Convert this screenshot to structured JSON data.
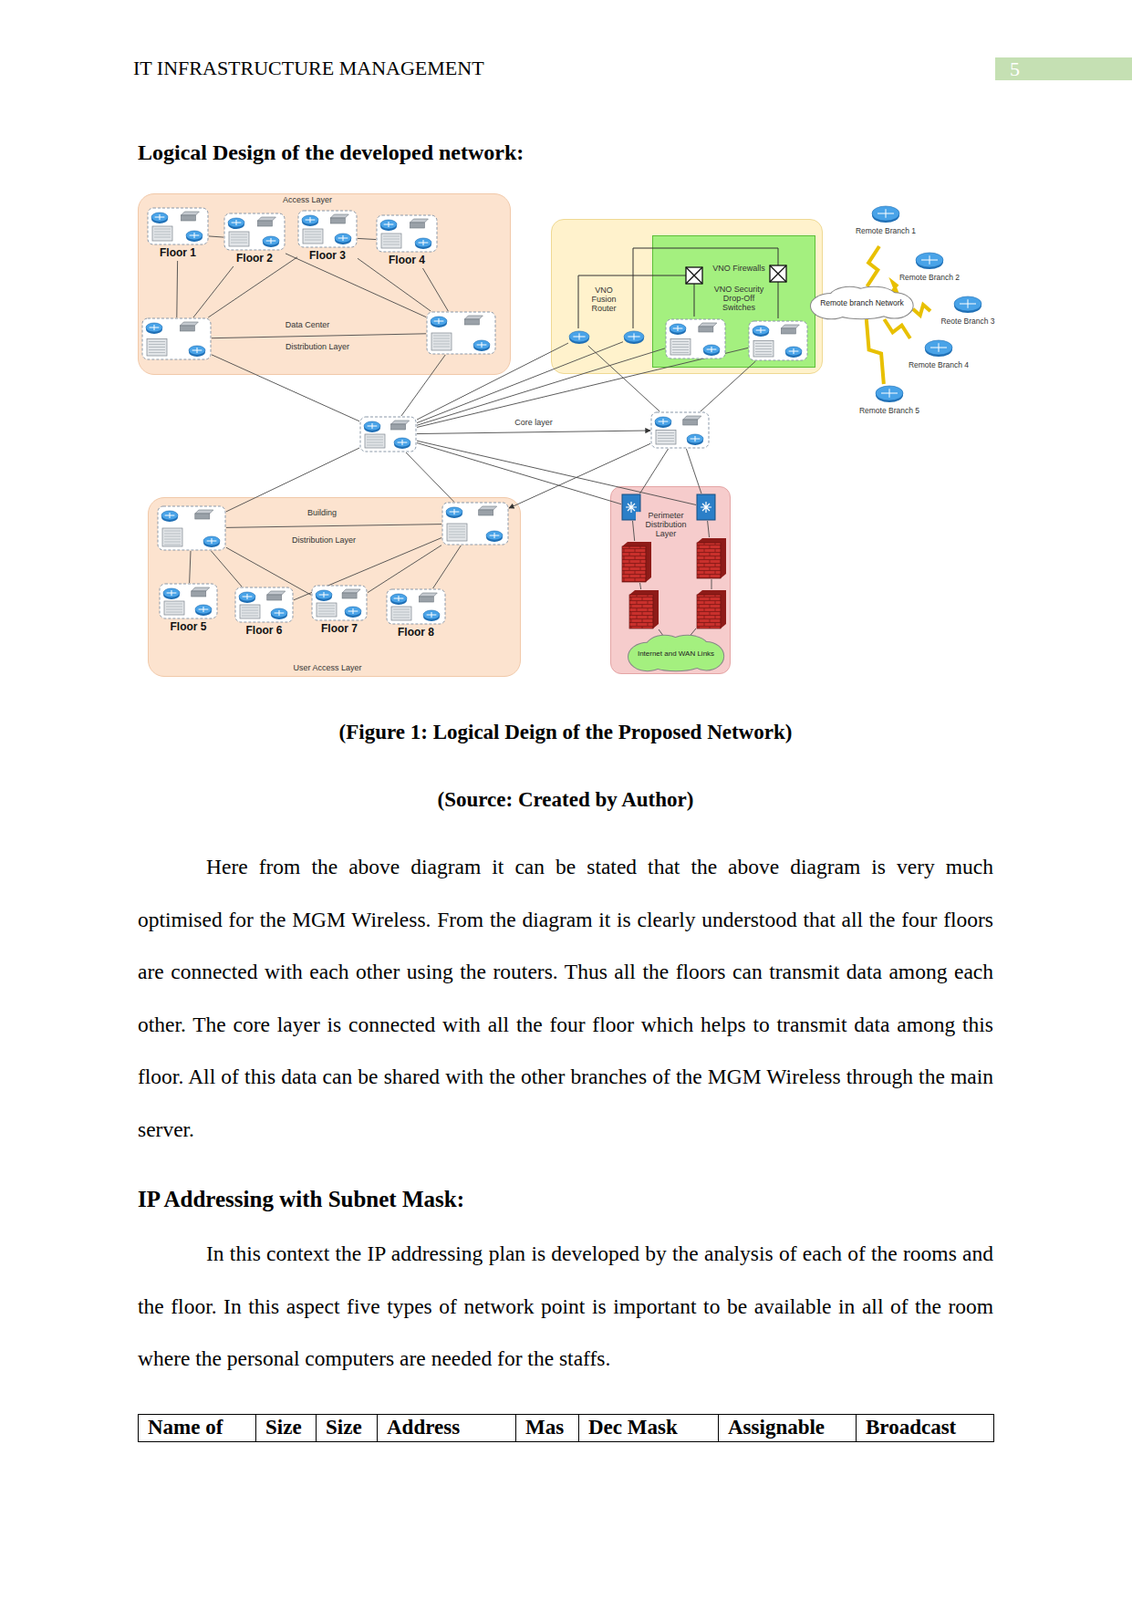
{
  "diagram": {
    "title": "Logical Design of the developed network:",
    "caption": "(Figure 1: Logical Deign of the Proposed Network)",
    "nodes": [
      {
        "text": [
          "Access Layer",
          "Data Center",
          "Distribution Layer"
        ]
      },
      {
        "text": [
          "Floor 1"
        ],
        "in": 0
      },
      {
        "text": [
          "Floor 2"
        ],
        "in": 0
      },
      {
        "text": [
          "Floor 3"
        ],
        "in": 0
      },
      {
        "text": [
          "Floor 4"
        ],
        "in": 0
      },
      {
        "text": [],
        "in": 0
      },
      {
        "text": [],
        "in": 0
      },
      {
        "text": [
          "VNO Fusion Router"
        ]
      },
      {
        "text": [
          "VNO Firewalls",
          "VNO Security Drop-Off Switches"
        ],
        "in": 7
      },
      {
        "text": [],
        "in": 7
      },
      {
        "text": [],
        "in": 7
      },
      {
        "text": [],
        "in": 8
      },
      {
        "text": [],
        "in": 8
      },
      {
        "text": []
      },
      {
        "text": []
      },
      {
        "text": [
          "Building",
          "Distribution Layer",
          "User Access Layer"
        ]
      },
      {
        "text": [],
        "in": 15
      },
      {
        "text": [],
        "in": 15
      },
      {
        "text": [
          "Floor 5"
        ],
        "in": 15
      },
      {
        "text": [
          "Floor 6"
        ],
        "in": 15
      },
      {
        "text": [
          "Floor 7"
        ],
        "in": 15
      },
      {
        "text": [
          "Floor 8"
        ],
        "in": 15
      },
      {
        "text": [
          "Perimeter Distribution Layer"
        ]
      },
      {
        "text": [],
        "in": 22
      },
      {
        "text": [],
        "in": 22
      },
      {
        "text": [],
        "in": 22
      },
      {
        "text": [],
        "in": 22
      },
      {
        "text": [],
        "in": 22
      },
      {
        "text": [],
        "in": 22
      },
      {
        "text": [
          "Internet and WAN Links"
        ],
        "in": 22
      },
      {
        "text": [
          "Remote branch Network"
        ]
      },
      {
        "text": [
          "Remote Branch 1"
        ]
      },
      {
        "text": [
          "Remote Branch 2"
        ]
      },
      {
        "text": [
          "Reote Branch 3"
        ]
      },
      {
        "text": [
          "Remote Branch 4"
        ]
      },
      {
        "text": [
          "Remote Branch 5"
        ]
      }
    ],
    "edges": [
      {
        "from": 1,
        "to": 2,
        "arrow": "none"
      },
      {
        "from": 1,
        "to": 5,
        "arrow": "none"
      },
      {
        "from": 2,
        "to": 5,
        "arrow": "none"
      },
      {
        "from": 2,
        "to": 6,
        "arrow": "none"
      },
      {
        "from": 3,
        "to": 5,
        "arrow": "none"
      },
      {
        "from": 3,
        "to": 6,
        "arrow": "none"
      },
      {
        "from": 3,
        "to": 4,
        "arrow": "none"
      },
      {
        "from": 4,
        "to": 6,
        "arrow": "none"
      },
      {
        "from": 5,
        "to": 6,
        "arrow": "none"
      },
      {
        "from": 5,
        "to": 13,
        "arrow": "none"
      },
      {
        "from": 6,
        "to": 13,
        "arrow": "none"
      },
      {
        "from": 9,
        "to": 13,
        "arrow": "none"
      },
      {
        "from": 10,
        "to": 13,
        "arrow": "none"
      },
      {
        "from": 11,
        "to": 13,
        "arrow": "none"
      },
      {
        "from": 12,
        "to": 13,
        "arrow": "none"
      },
      {
        "from": 9,
        "to": 14,
        "arrow": "none"
      },
      {
        "from": 12,
        "to": 14,
        "arrow": "none"
      },
      {
        "from": 13,
        "to": 14,
        "label": "Core layer",
        "arrow": "to"
      },
      {
        "from": 13,
        "to": 16,
        "arrow": "none"
      },
      {
        "from": 13,
        "to": 17,
        "arrow": "none"
      },
      {
        "from": 14,
        "to": 17,
        "arrow": "to"
      },
      {
        "from": 13,
        "to": 23,
        "arrow": "none"
      },
      {
        "from": 14,
        "to": 23,
        "arrow": "none"
      },
      {
        "from": 14,
        "to": 24,
        "arrow": "none"
      },
      {
        "from": 13,
        "to": 24,
        "arrow": "none"
      },
      {
        "from": 16,
        "to": 17,
        "arrow": "none"
      },
      {
        "from": 16,
        "to": 18,
        "arrow": "none"
      },
      {
        "from": 16,
        "to": 19,
        "arrow": "none"
      },
      {
        "from": 16,
        "to": 20,
        "arrow": "none"
      },
      {
        "from": 17,
        "to": 19,
        "arrow": "none"
      },
      {
        "from": 17,
        "to": 20,
        "arrow": "none"
      },
      {
        "from": 17,
        "to": 21,
        "arrow": "none"
      },
      {
        "from": 23,
        "to": 25,
        "arrow": "none"
      },
      {
        "from": 24,
        "to": 26,
        "arrow": "none"
      },
      {
        "from": 25,
        "to": 27,
        "arrow": "none"
      },
      {
        "from": 26,
        "to": 28,
        "arrow": "none"
      },
      {
        "from": 27,
        "to": 29,
        "arrow": "none"
      },
      {
        "from": 28,
        "to": 29,
        "arrow": "none"
      },
      {
        "from": 31,
        "to": 30,
        "arrow": "none"
      },
      {
        "from": 32,
        "to": 30,
        "arrow": "none"
      },
      {
        "from": 33,
        "to": 30,
        "arrow": "none"
      },
      {
        "from": 34,
        "to": 30,
        "arrow": "none"
      },
      {
        "from": 35,
        "to": 30,
        "arrow": "none"
      }
    ],
    "labels": [
      "IT INFRASTRUCTURE MANAGEMENT",
      "5",
      "(Source: Created by Author)",
      "Here from the above diagram it can be stated that the above diagram is very much optimised for the MGM Wireless. From the diagram it is clearly understood that all the four floors are connected with each other using the routers. Thus all the floors can transmit data among each other. The core layer is connected with all the four floor which helps to transmit data among this floor. All of this data can be shared with the other branches of the MGM Wireless through the main server.",
      "IP Addressing with Subnet Mask:",
      "In this context the IP addressing plan is developed by the analysis of each of the rooms and the floor. In this aspect five types of network point is important to be available in all of the room where the personal computers are needed for the staffs.",
      "Name of",
      "Size",
      "Size",
      "Address",
      "Mas",
      "Dec Mask",
      "Assignable",
      "Broadcast"
    ]
  }
}
